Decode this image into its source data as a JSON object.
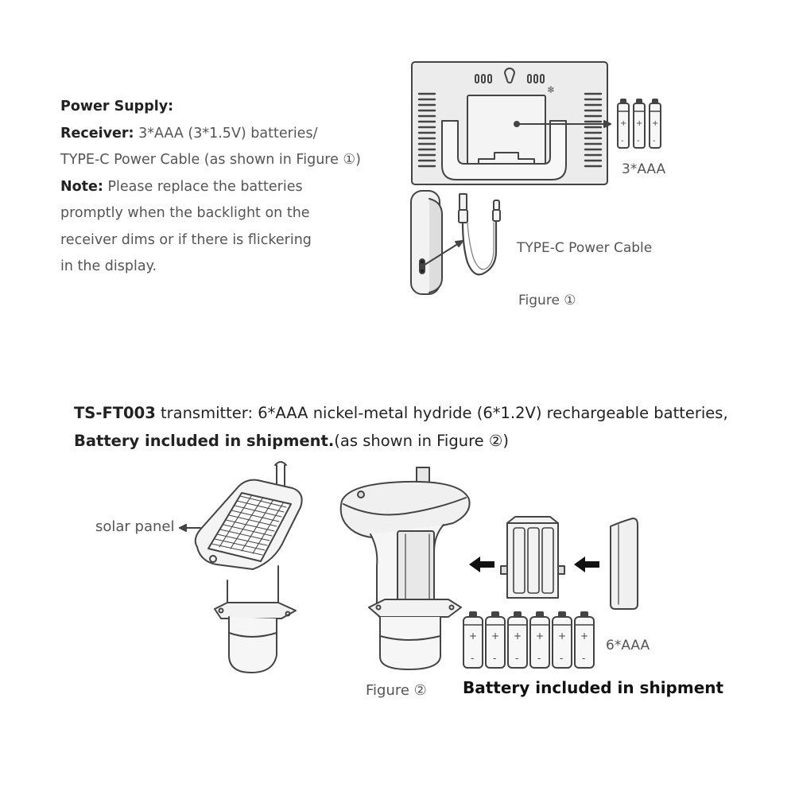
{
  "intro": {
    "heading": "Power Supply:",
    "receiver_label": "Receiver:",
    "receiver_text": " 3*AAA (3*1.5V) batteries/",
    "typec_line": "TYPE-C Power Cable (as shown in Figure ①)",
    "note_label": "Note:",
    "note_line1": " Please replace the batteries",
    "note_line2": "promptly when the backlight on the",
    "note_line3": "receiver dims or if there is flickering",
    "note_line4": "in the display."
  },
  "figure1": {
    "battery_label": "3*AAA",
    "cable_label": "TYPE-C Power Cable",
    "caption": "Figure ①"
  },
  "transmitter": {
    "model": "TS-FT003",
    "line1_rest": " transmitter: 6*AAA nickel-metal hydride (6*1.2V) rechargeable batteries,",
    "line2_bold": "Battery included in shipment.",
    "line2_rest": "(as shown in Figure ②)"
  },
  "figure2": {
    "solar_label": "solar panel",
    "battery_label": "6*AAA",
    "caption": "Figure ②",
    "shipment_label": "Battery included in shipment"
  }
}
